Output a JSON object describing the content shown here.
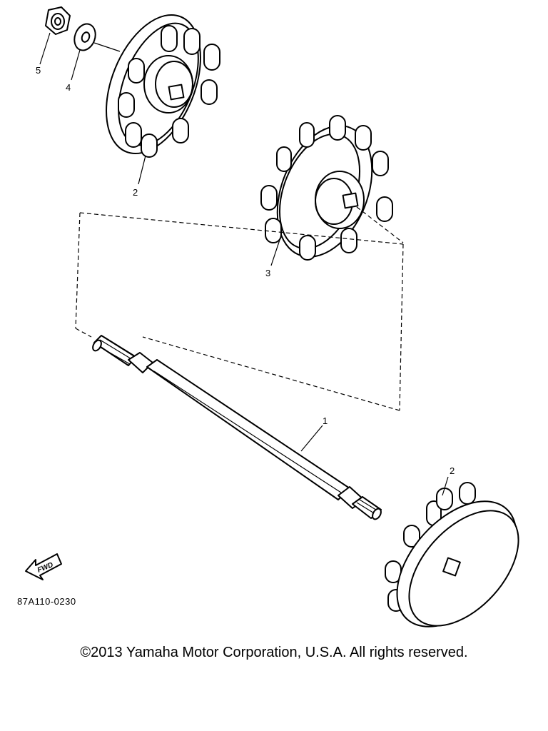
{
  "callouts": {
    "shaft": "1",
    "sprocket_top": "2",
    "sprocket_center": "3",
    "washer": "4",
    "nut": "5",
    "sprocket_bottom": "2"
  },
  "fwd_label": "FWD",
  "figure_code": "87A110-0230",
  "copyright": "©2013 Yamaha Motor Corporation, U.S.A. All rights reserved."
}
